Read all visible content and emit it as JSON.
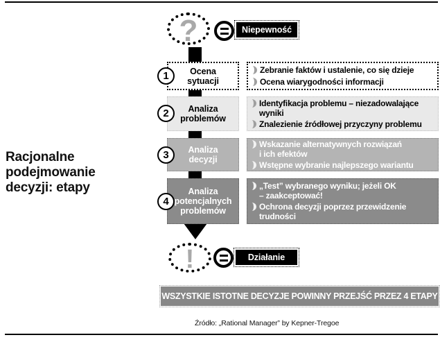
{
  "title": {
    "text": "Racjonalne\npodejmowanie\ndecyzji: etapy"
  },
  "top_state": {
    "symbol": "?",
    "equals_symbol": "=",
    "label": "Niepewność"
  },
  "bottom_state": {
    "symbol": "!",
    "equals_symbol": "=",
    "label": "Działanie"
  },
  "stages": [
    {
      "number": "1",
      "name": "Ocena\nsytuacji",
      "bullets": [
        "Zebranie faktów i ustalenie, co się dzieje",
        "Ocena wiarygodności informacji"
      ]
    },
    {
      "number": "2",
      "name": "Analiza\nproblemów",
      "bullets": [
        "Identyfikacja problemu – niezadowalające\nwyniki",
        "Znalezienie źródłowej przyczyny problemu"
      ]
    },
    {
      "number": "3",
      "name": "Analiza\ndecyzji",
      "bullets": [
        "Wskazanie alternatywnych rozwiązań\ni ich efektów",
        "Wstępne wybranie najlepszego wariantu"
      ]
    },
    {
      "number": "4",
      "name": "Analiza\npotencjalnych\nproblemów",
      "bullets": [
        "„Test” wybranego wyniku; jeżeli OK\n– zaakceptować!",
        "Ochrona decyzji poprzez przewidzenie\ntrudności"
      ]
    }
  ],
  "banner": {
    "text": "WSZYSTKIE ISTOTNE DECYZJE POWINNY PRZEJŚĆ PRZEZ 4 ETAPY"
  },
  "source": {
    "text": "Źródło: „Rational Manager” by Kepner-Tregoe"
  },
  "colors": {
    "stage1_bg": "#ffffff",
    "stage2_bg": "#e9e9e9",
    "stage3_bg": "#b4b4b4",
    "stage4_bg": "#8b8b8b",
    "banner_bg": "#878787",
    "state_label_bg": "#000000",
    "symbol_gray": "#a9a9a9",
    "marker_gray": "#9f9f9f"
  }
}
